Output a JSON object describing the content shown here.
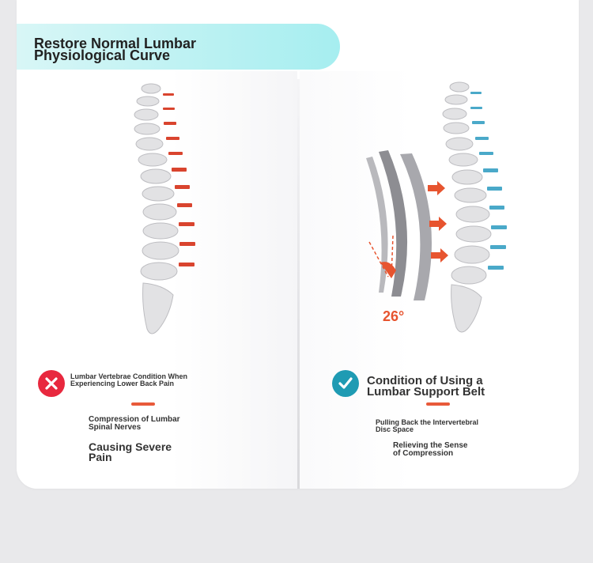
{
  "banner": {
    "title": "Restore Normal Lumbar\n Physiological Curve"
  },
  "left": {
    "icon": "cross-icon",
    "heading": "Lumbar Vertebrae Condition When\n Experiencing Lower Back Pain",
    "detail": "Compression of Lumbar\n Spinal Nerves",
    "result": "Causing Severe\n Pain"
  },
  "right": {
    "icon": "check-icon",
    "heading": "Condition of Using a\n Lumbar Support Belt",
    "detail": "Pulling Back the Intervertebral\n Disc Space",
    "result": "Relieving the Sense\n of Compression",
    "angle": "26°"
  },
  "colors": {
    "accent_red": "#e8283e",
    "accent_teal": "#1f9bb3",
    "disc_red": "#d9442e",
    "disc_blue": "#4aa9c9",
    "banner_cyan": "#a6eef0",
    "orange": "#e7542f"
  }
}
